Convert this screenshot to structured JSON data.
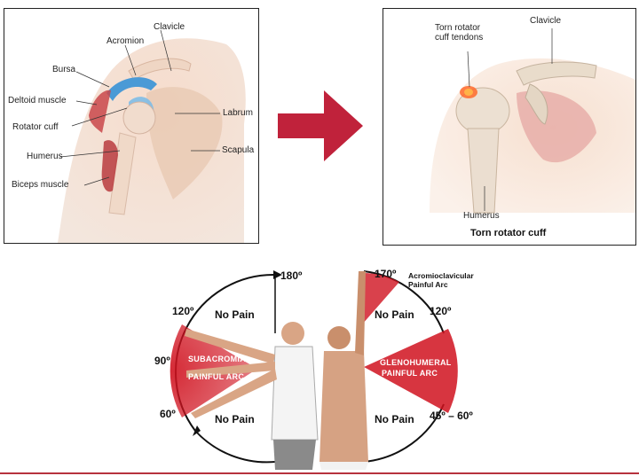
{
  "left_panel": {
    "labels": {
      "clavicle": "Clavicle",
      "acromion": "Acromion",
      "bursa": "Bursa",
      "deltoid": "Deltoid muscle",
      "rotator_cuff": "Rotator cuff",
      "humerus": "Humerus",
      "biceps": "Biceps muscle",
      "labrum": "Labrum",
      "scapula": "Scapula"
    }
  },
  "right_panel": {
    "labels": {
      "torn_tendons": "Torn rotator\ncuff tendons",
      "clavicle": "Clavicle",
      "humerus": "Humerus"
    },
    "caption": "Torn rotator cuff"
  },
  "arrow": {
    "color": "#c0223b",
    "icon": "right-arrow-icon"
  },
  "painful_arc": {
    "degrees": {
      "d180": "180º",
      "d120_left": "120º",
      "d90": "90º",
      "d60": "60º",
      "d170": "170º",
      "d120_right": "120º",
      "d45_60": "45º – 60º"
    },
    "no_pain": {
      "left_top": "No Pain",
      "left_bottom": "No Pain",
      "right_top": "No Pain",
      "right_bottom": "No Pain"
    },
    "arcs": {
      "subacromial_1": "SUBACROMIAL",
      "subacromial_2": "PAINFUL ARC",
      "glenohumeral_1": "GLENOHUMERAL",
      "glenohumeral_2": "PAINFUL ARC",
      "acromio_1": "Acromioclavicular",
      "acromio_2": "Painful Arc"
    },
    "colors": {
      "pain": "#d0121f",
      "arc": "#111111"
    }
  },
  "accent": "#b7323d"
}
